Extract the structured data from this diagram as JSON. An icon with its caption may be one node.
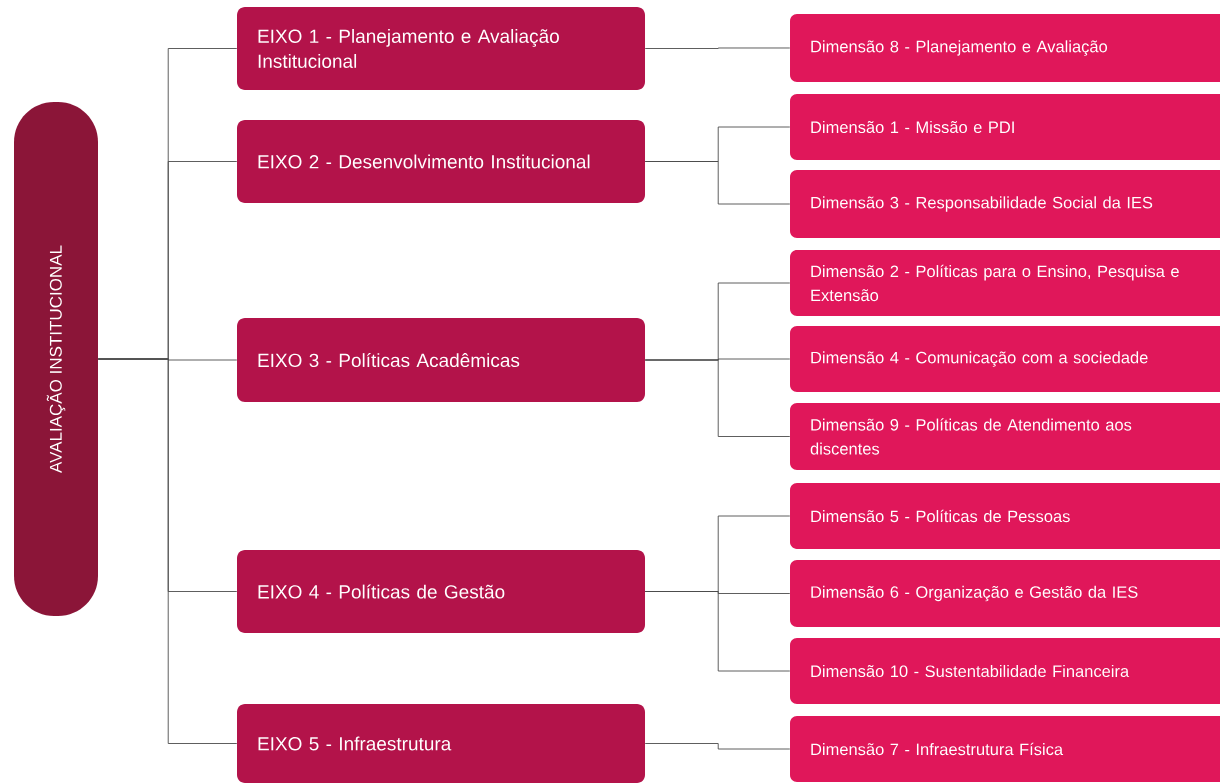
{
  "diagram": {
    "nodes": [
      {
        "text": [
          "AVALIAÇÃO INSTITUCIONAL"
        ]
      },
      {
        "text": [
          "EIXO 1 - Planejamento e Avaliação Institucional"
        ]
      },
      {
        "text": [
          "EIXO 2 - Desenvolvimento Institucional"
        ]
      },
      {
        "text": [
          "EIXO 3 - Políticas Acadêmicas"
        ]
      },
      {
        "text": [
          "EIXO 4 - Políticas de Gestão"
        ]
      },
      {
        "text": [
          "EIXO 5 - Infraestrutura"
        ]
      },
      {
        "text": [
          "Dimensão 8 - Planejamento e Avaliação"
        ]
      },
      {
        "text": [
          "Dimensão 1 - Missão e PDI"
        ]
      },
      {
        "text": [
          "Dimensão 3 - Responsabilidade Social da IES"
        ]
      },
      {
        "text": [
          "Dimensão 2 - Políticas para o Ensino, Pesquisa e  Extensão"
        ]
      },
      {
        "text": [
          "Dimensão 4 - Comunicação com a sociedade"
        ]
      },
      {
        "text": [
          "Dimensão 9 - Políticas de Atendimento aos discentes"
        ]
      },
      {
        "text": [
          "Dimensão 5 - Políticas de Pessoas"
        ]
      },
      {
        "text": [
          "Dimensão 6 - Organização e Gestão da IES"
        ]
      },
      {
        "text": [
          "Dimensão 10 - Sustentabilidade Financeira"
        ]
      },
      {
        "text": [
          "Dimensão 7 - Infraestrutura Física"
        ]
      }
    ],
    "edges": [
      {
        "from": 0,
        "to": 1,
        "arrow": "none"
      },
      {
        "from": 0,
        "to": 2,
        "arrow": "none"
      },
      {
        "from": 0,
        "to": 3,
        "arrow": "none"
      },
      {
        "from": 0,
        "to": 4,
        "arrow": "none"
      },
      {
        "from": 0,
        "to": 5,
        "arrow": "none"
      },
      {
        "from": 1,
        "to": 6,
        "arrow": "none"
      },
      {
        "from": 2,
        "to": 7,
        "arrow": "none"
      },
      {
        "from": 2,
        "to": 8,
        "arrow": "none"
      },
      {
        "from": 3,
        "to": 9,
        "arrow": "none"
      },
      {
        "from": 3,
        "to": 10,
        "arrow": "none"
      },
      {
        "from": 3,
        "to": 11,
        "arrow": "none"
      },
      {
        "from": 4,
        "to": 12,
        "arrow": "none"
      },
      {
        "from": 4,
        "to": 13,
        "arrow": "none"
      },
      {
        "from": 4,
        "to": 14,
        "arrow": "none"
      },
      {
        "from": 5,
        "to": 15,
        "arrow": "none"
      }
    ]
  }
}
